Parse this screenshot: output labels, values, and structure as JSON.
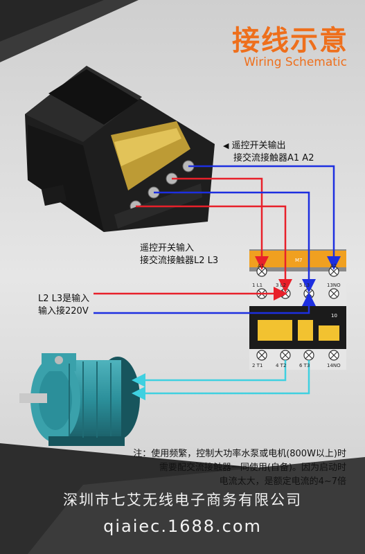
{
  "header": {
    "title": "接线示意",
    "subtitle": "Wiring Schematic"
  },
  "labels": {
    "output_line1": "遥控开关输出",
    "output_line2": "接交流接触器A1 A2",
    "input_line1": "遥控开关输入",
    "input_line2": "接交流接触器L2 L3",
    "supply_line1": "L2 L3是输入",
    "supply_line2": "输入接220V"
  },
  "contactor": {
    "model": "M7",
    "coil_left": "A1",
    "coil_right": "A2",
    "top_terminals": [
      "1 L1",
      "3 L2",
      "5 L3",
      "13NO"
    ],
    "bottom_terminals": [
      "2 T1",
      "4 T2",
      "6 T3",
      "14NO"
    ],
    "rating": "10"
  },
  "note": {
    "line1": "注：使用频繁，控制大功率水泵或电机(800W以上)时",
    "line2": "需要配交流接触器一同使用(自备)。因为启动时",
    "line3": "电流太大，是额定电流的4~7倍"
  },
  "footer": {
    "company": "深圳市七艾无线电子商务有限公司",
    "site": "qiaiec.1688.com"
  },
  "colors": {
    "accent": "#ee6f1c",
    "wire_red": "#e8202a",
    "wire_blue": "#1d2fe0",
    "wire_cyan": "#3fd0e0",
    "motor": "#2b8f9a"
  }
}
